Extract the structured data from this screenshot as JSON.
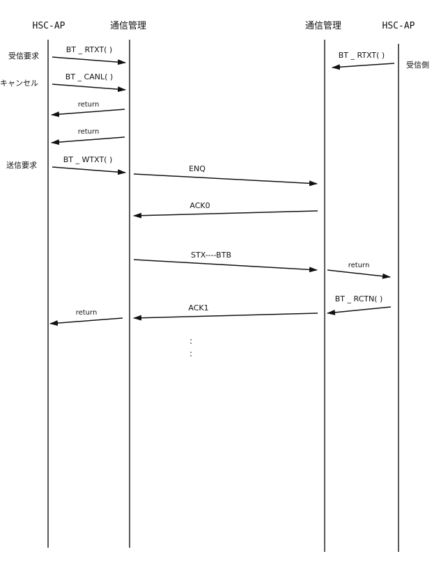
{
  "headers": {
    "left_ap": "HSC-AP",
    "left_mgr": "通信管理",
    "right_mgr": "通信管理",
    "right_ap": "HSC-AP"
  },
  "side_labels": {
    "receive_request": "受信要求",
    "cancel": "キャンセル",
    "send_request": "送信要求",
    "receive_side": "受信側"
  },
  "messages": {
    "bt_rtxt_left": "BT _ RTXT( )",
    "bt_canl": "BT _ CANL( )",
    "return_1": "return",
    "return_2": "return",
    "bt_wtxt": "BT _ WTXT( )",
    "enq": "ENQ",
    "ack0": "ACK0",
    "stx_btb": "STX----BTB",
    "return_right": "return",
    "bt_rtxt_right": "BT _ RTXT( )",
    "bt_rctn": "BT _ RCTN( )",
    "ack1": "ACK1",
    "return_final": "return"
  },
  "continuation": ":"
}
